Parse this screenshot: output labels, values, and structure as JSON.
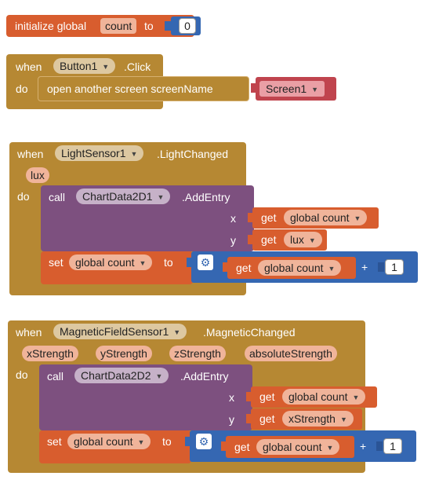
{
  "init": {
    "prefix": "initialize global",
    "name": "count",
    "to": "to",
    "value": "0"
  },
  "button_block": {
    "when": "when",
    "component": "Button1",
    "event": ".Click",
    "do": "do",
    "action": "open another screen  screenName",
    "screen": "Screen1"
  },
  "light_block": {
    "when": "when",
    "component": "LightSensor1",
    "event": ".LightChanged",
    "params": [
      "lux"
    ],
    "do": "do",
    "call": "call",
    "chart": "ChartData2D1",
    "method": ".AddEntry",
    "x_label": "x",
    "y_label": "y",
    "get": "get",
    "x_var": "global count",
    "y_var": "lux",
    "set": "set",
    "set_var": "global count",
    "to": "to",
    "add_get": "get",
    "add_var": "global count",
    "plus": "+",
    "add_num": "1"
  },
  "magnetic_block": {
    "when": "when",
    "component": "MagneticFieldSensor1",
    "event": ".MagneticChanged",
    "params": [
      "xStrength",
      "yStrength",
      "zStrength",
      "absoluteStrength"
    ],
    "do": "do",
    "call": "call",
    "chart": "ChartData2D2",
    "method": ".AddEntry",
    "x_label": "x",
    "y_label": "y",
    "get": "get",
    "x_var": "global count",
    "y_var": "xStrength",
    "set": "set",
    "set_var": "global count",
    "to": "to",
    "add_get": "get",
    "add_var": "global count",
    "plus": "+",
    "add_num": "1"
  },
  "colors": {
    "variables": "#d85d2e",
    "events": "#b68833",
    "components": "#7d507f",
    "math": "#3567b2",
    "screen_text": "#c0444e"
  },
  "icons": {
    "dropdown": "dropdown-arrow-icon",
    "mutator": "gear-icon"
  }
}
